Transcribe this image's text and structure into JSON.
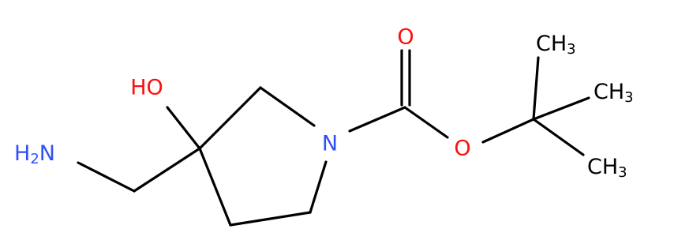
{
  "structure": {
    "atoms": {
      "oxygen_carbonyl": {
        "label": "O",
        "color": "#ff0d0d"
      },
      "oxygen_ester": {
        "label": "O",
        "color": "#ff0d0d"
      },
      "hydroxyl": {
        "label": "HO",
        "color": "#ff0d0d"
      },
      "ring_nitrogen": {
        "label": "N",
        "color": "#3050f8"
      },
      "amine": {
        "label": "H",
        "sub": "2",
        "suffix": "N",
        "color": "#3050f8"
      },
      "methyl_top": {
        "label": "CH",
        "sub": "3",
        "color": "#000000"
      },
      "methyl_mid": {
        "label": "CH",
        "sub": "3",
        "color": "#000000"
      },
      "methyl_bottom": {
        "label": "CH",
        "sub": "3",
        "color": "#000000"
      }
    }
  }
}
